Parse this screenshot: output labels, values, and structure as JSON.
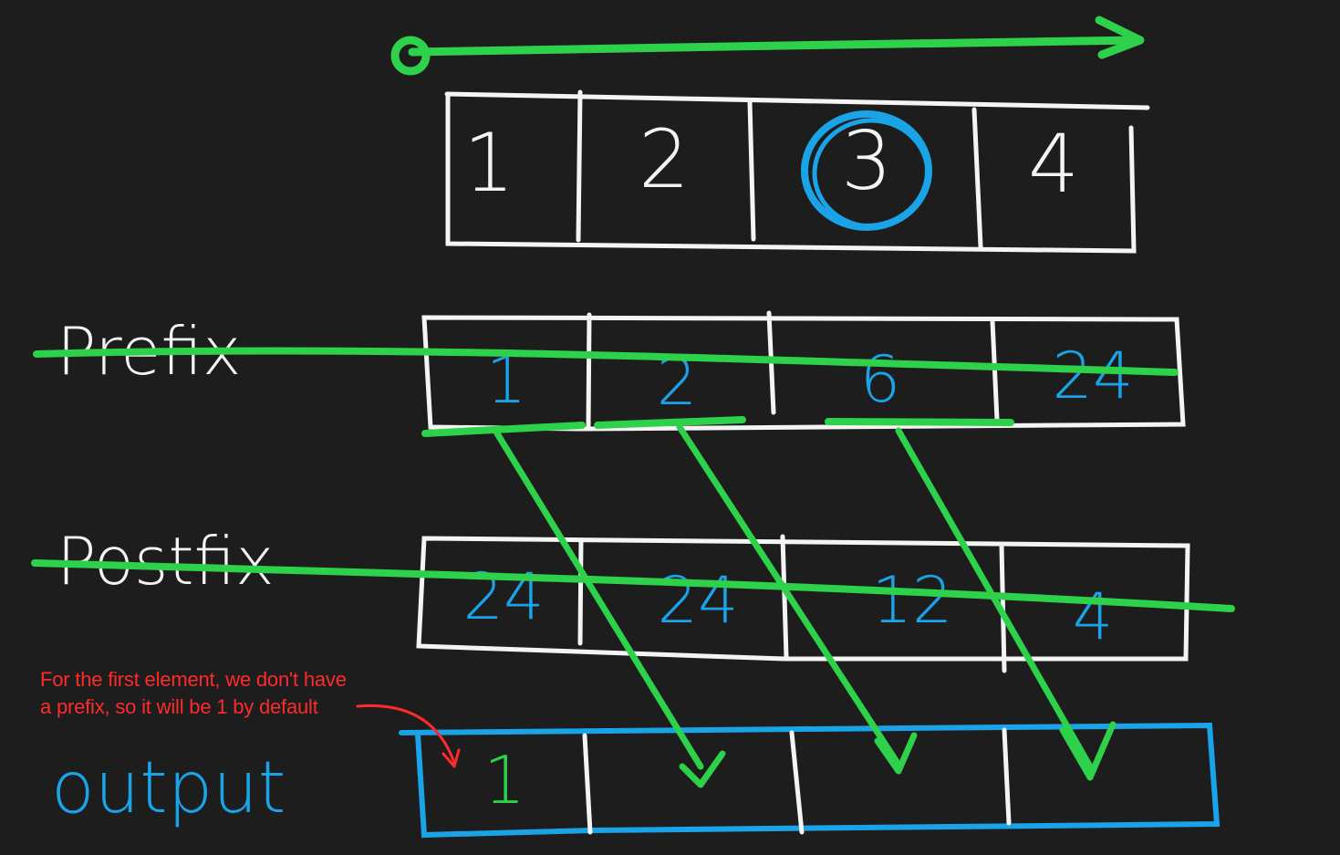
{
  "colors": {
    "background": "#1d1d1d",
    "chalk": "#f4f4f4",
    "green": "#2ed14a",
    "blue": "#1aa3e6",
    "red": "#ff2a2a"
  },
  "input": {
    "values": [
      "1",
      "2",
      "3",
      "4"
    ],
    "highlighted": "3"
  },
  "prefix": {
    "label": "Prefix",
    "values": [
      "1",
      "2",
      "6",
      "24"
    ]
  },
  "postfix": {
    "label": "Postfix",
    "values": [
      "24",
      "24",
      "12",
      "4"
    ]
  },
  "output": {
    "label": "output",
    "values": [
      "1",
      "",
      "",
      ""
    ]
  },
  "note": {
    "line1": "For the first element, we don't have",
    "line2": "a prefix, so it will be 1 by default"
  }
}
